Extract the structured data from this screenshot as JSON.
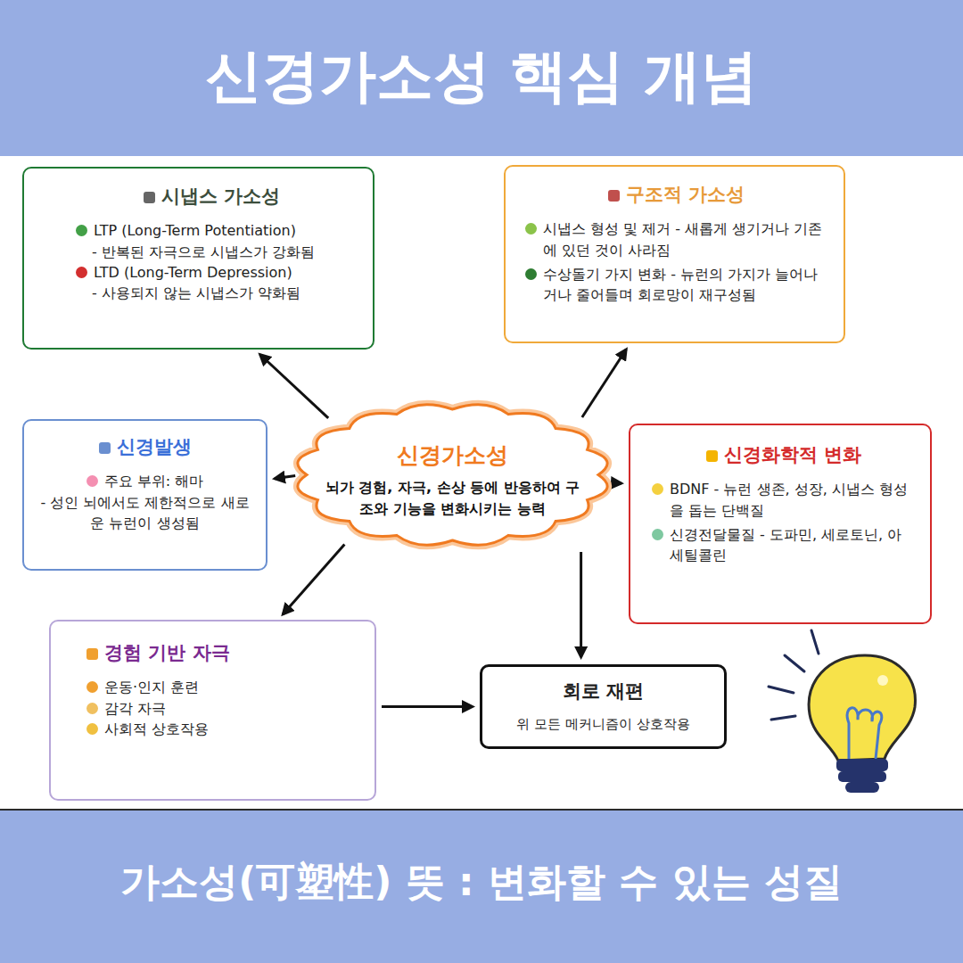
{
  "diagram": {
    "title": "신경가소성 핵심 개념",
    "caption": "가소성(可塑性) 뜻 : 변화할 수 있는 성질",
    "nodes": [
      {
        "text": [
          "시냅스 가소성",
          "LTP (Long-Term Potentiation)",
          "- 반복된 자극으로 시냅스가 강화됨",
          "LTD (Long-Term Depression)",
          "- 사용되지 않는 시냅스가 약화됨"
        ]
      },
      {
        "text": [
          "구조적 가소성",
          "시냅스 형성 및 제거 - 새롭게 생기거나 기존에 있던 것이 사라짐",
          "수상돌기 가지 변화 - 뉴런의 가지가 늘어나거나 줄어들며 회로망이 재구성됨"
        ]
      },
      {
        "text": [
          "신경가소성",
          "뇌가 경험, 자극, 손상 등에 반응하여 구조와 기능을 변화시키는 능력"
        ]
      },
      {
        "text": [
          "신경발생",
          "주요 부위: 해마",
          "- 성인 뇌에서도 제한적으로 새로운 뉴런이 생성됨"
        ]
      },
      {
        "text": [
          "신경화학적 변화",
          "BDNF - 뉴런 생존, 성장, 시냅스 형성을 돕는 단백질",
          "신경전달물질 - 도파민, 세로토닌, 아세틸콜린"
        ]
      },
      {
        "text": [
          "경험 기반 자극",
          "운동·인지 훈련",
          "감각 자극",
          "사회적 상호작용"
        ]
      },
      {
        "text": [
          "회로 재편",
          "위 모든 메커니즘이 상호작용"
        ]
      }
    ],
    "edges": [
      {
        "from": 2,
        "to": 0,
        "arrow": "to"
      },
      {
        "from": 2,
        "to": 1,
        "arrow": "to"
      },
      {
        "from": 2,
        "to": 3,
        "arrow": "to"
      },
      {
        "from": 2,
        "to": 4,
        "arrow": "to"
      },
      {
        "from": 2,
        "to": 5,
        "arrow": "to"
      },
      {
        "from": 2,
        "to": 6,
        "arrow": "to"
      },
      {
        "from": 5,
        "to": 6,
        "arrow": "to"
      }
    ]
  }
}
